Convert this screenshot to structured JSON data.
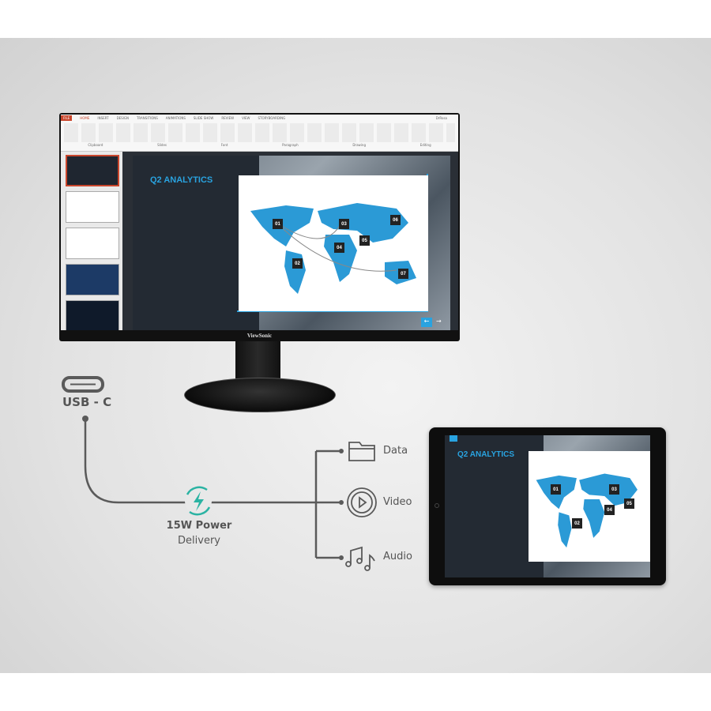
{
  "monitor": {
    "brand": "ViewSonic",
    "ribbon": {
      "tabs": [
        "FILE",
        "HOME",
        "INSERT",
        "DESIGN",
        "TRANSITIONS",
        "ANIMATIONS",
        "SLIDE SHOW",
        "REVIEW",
        "VIEW",
        "STORYBOARDING"
      ],
      "user": "DrRosa",
      "groups": [
        "Clipboard",
        "Slides",
        "Font",
        "Paragraph",
        "Drawing",
        "Editing"
      ]
    },
    "slide": {
      "title": "Q2 ANALYTICS",
      "markers": [
        "01",
        "02",
        "03",
        "04",
        "05",
        "06",
        "07"
      ]
    }
  },
  "tablet": {
    "slide": {
      "title": "Q2 ANALYTICS",
      "markers": [
        "01",
        "02",
        "03",
        "04",
        "05"
      ]
    }
  },
  "diagram": {
    "port_label": "USB - C",
    "power_label_line1": "15W Power",
    "power_label_line2": "Delivery",
    "outputs": [
      {
        "label": "Data",
        "icon": "folder-icon"
      },
      {
        "label": "Video",
        "icon": "play-icon"
      },
      {
        "label": "Audio",
        "icon": "music-note-icon"
      }
    ],
    "colors": {
      "line": "#5a5a5a",
      "power_accent": "#2bb3a3",
      "slide_accent": "#29a3e0"
    }
  }
}
